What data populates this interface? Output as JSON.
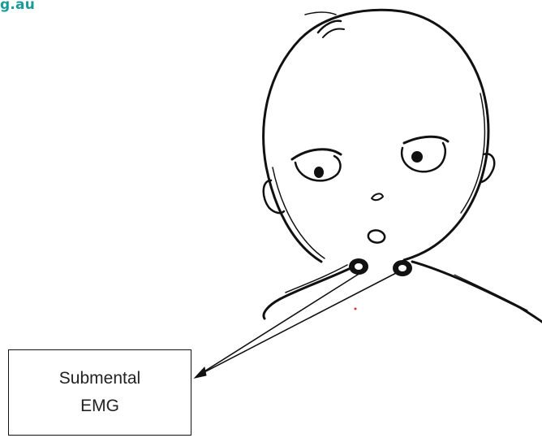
{
  "header": {
    "site_fragment": "g.au"
  },
  "label": {
    "line1": "Submental",
    "line2": "EMG"
  },
  "colors": {
    "site_text": "#1a9b9a",
    "ink": "#111111",
    "label_text": "#222222",
    "background": "#ffffff"
  }
}
